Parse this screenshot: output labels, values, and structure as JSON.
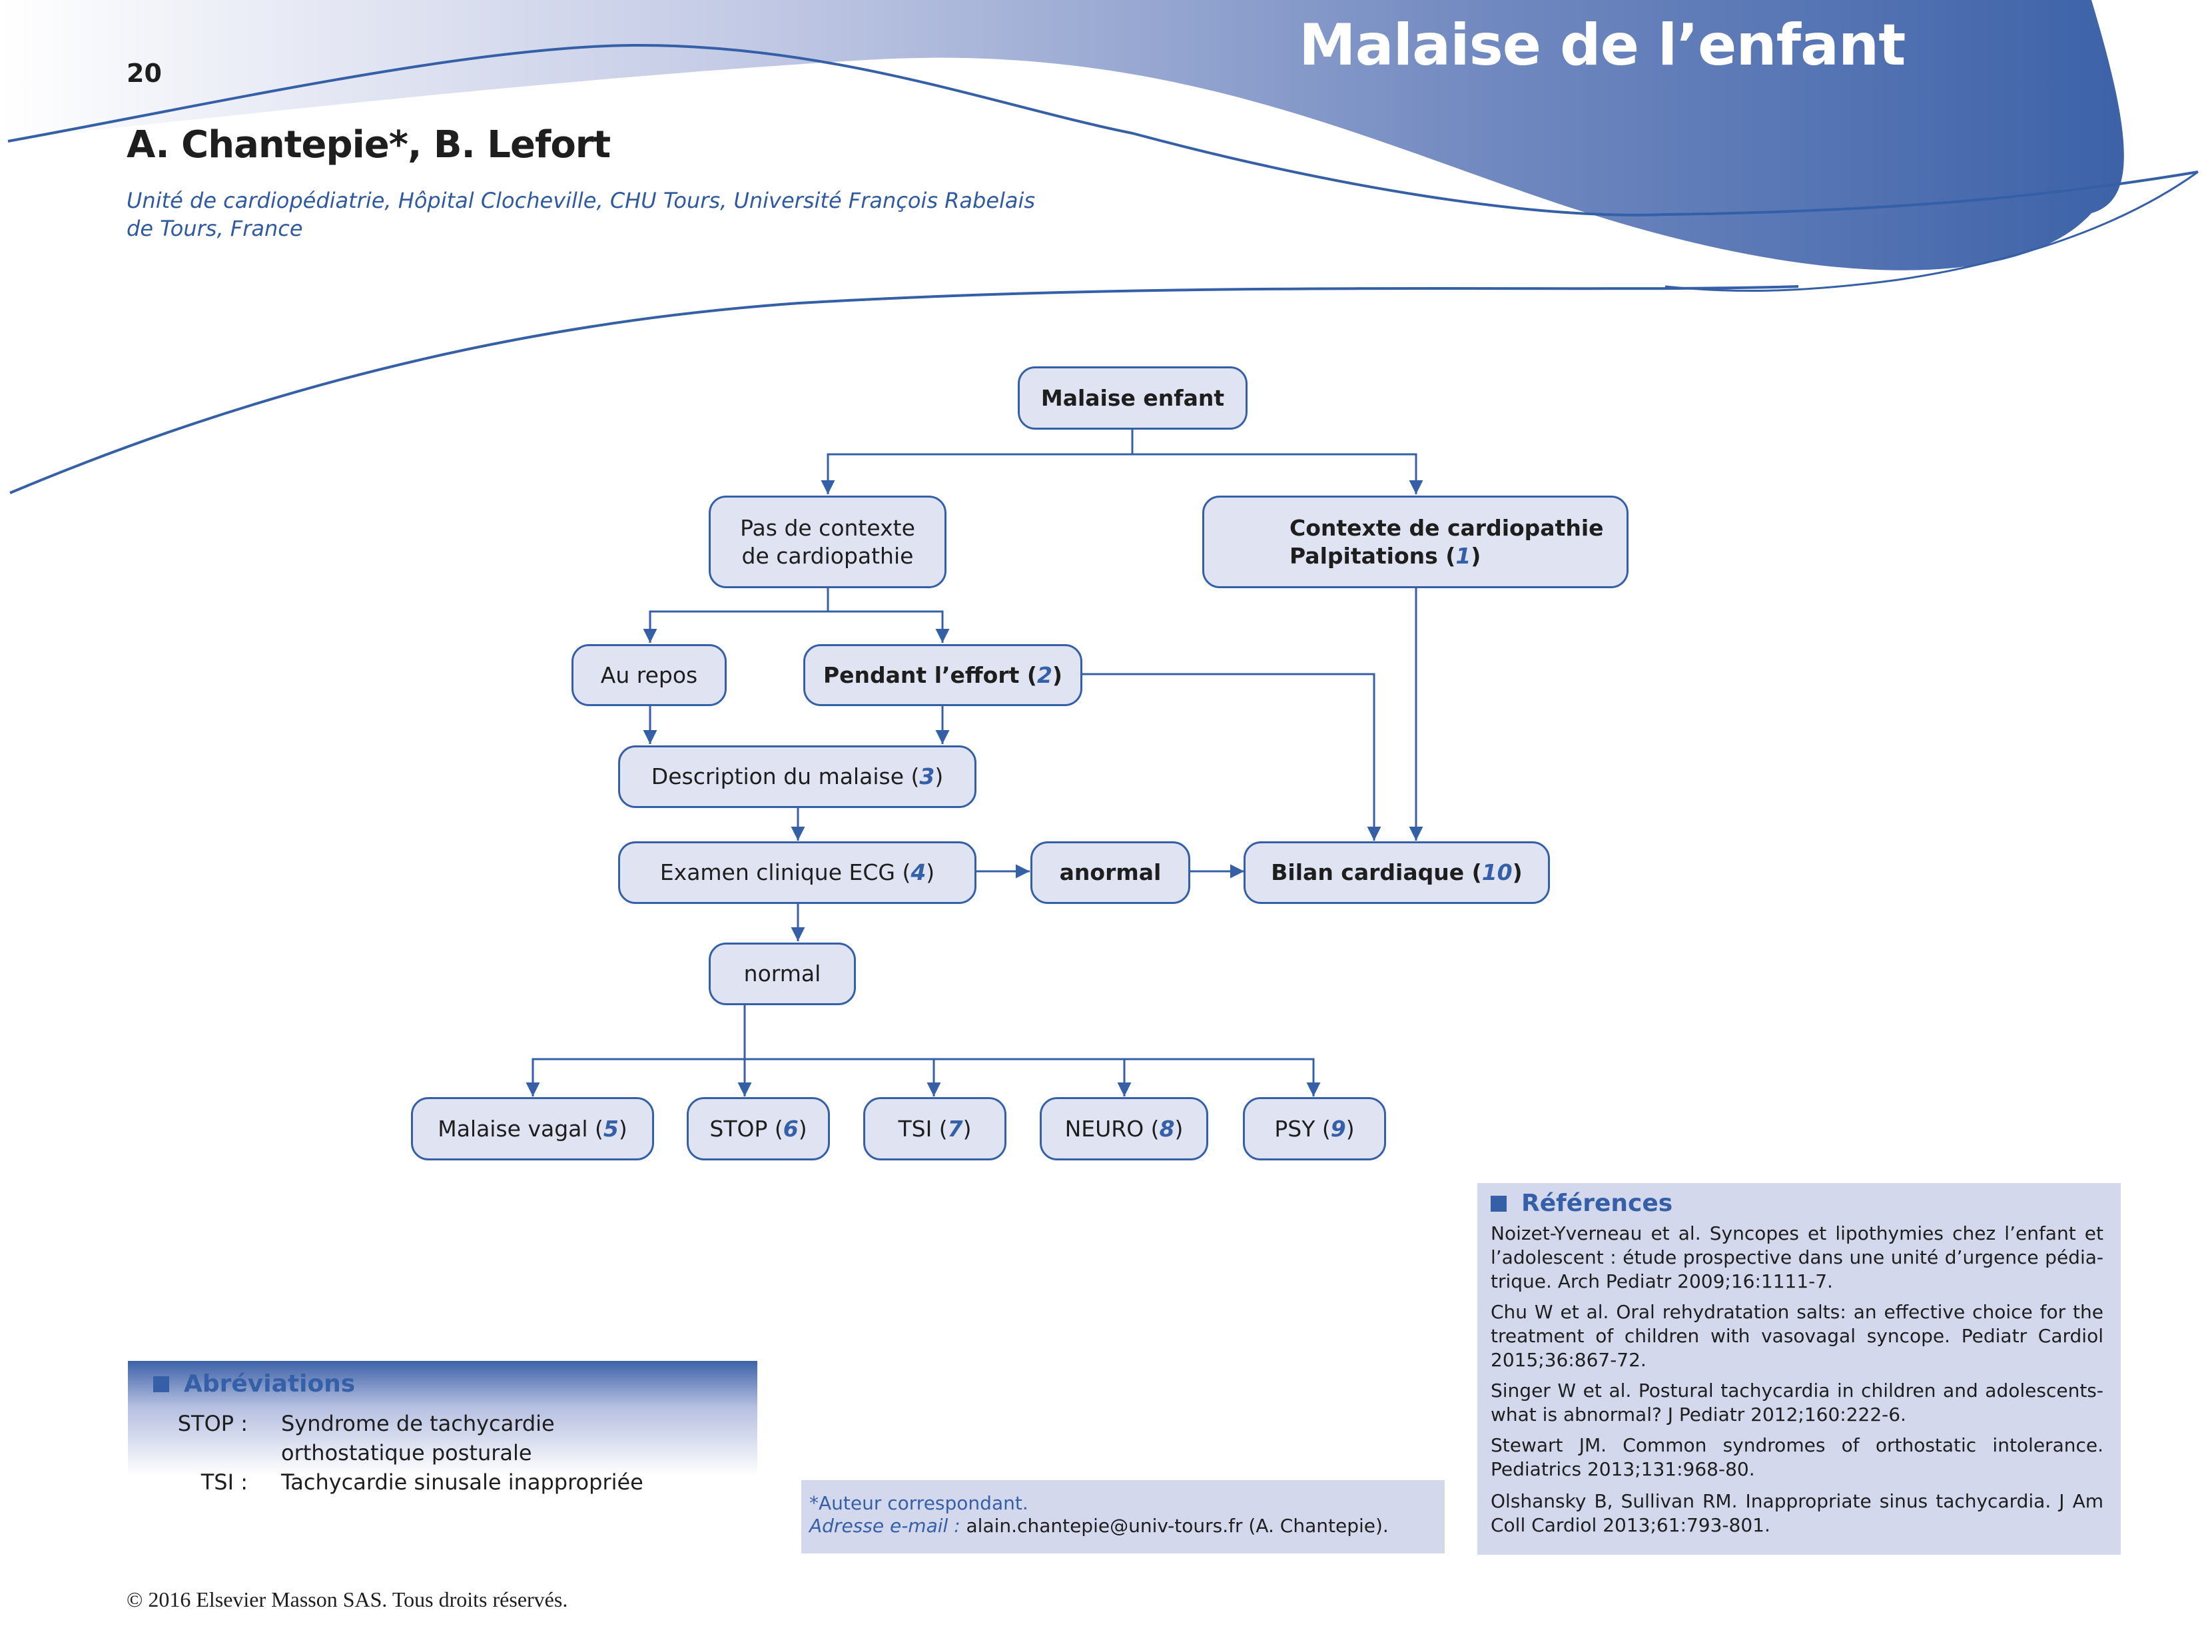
{
  "header": {
    "page_number": "20",
    "title": "Malaise de l’enfant",
    "authors": "A. Chantepie*, B. Lefort",
    "affiliation_line1": "Unité de cardiopédiatrie, Hôpital Clocheville, CHU Tours, Université François Rabelais",
    "affiliation_line2": "de Tours, France",
    "colors": {
      "accent": "#3560a8",
      "gradient_light": "#ffffff",
      "gradient_dark": "#3d62a8"
    }
  },
  "flowchart": {
    "node_fill": "#dfe3f2",
    "node_border": "#3560a8",
    "nodes": {
      "malaise_enfant": {
        "text": "Malaise enfant"
      },
      "pas_contexte": {
        "line1": "Pas de contexte",
        "line2": "de cardiopathie"
      },
      "contexte_cardio": {
        "line1": "Contexte de cardiopathie",
        "line2": "Palpitations (",
        "ref": "1",
        "close": ")"
      },
      "au_repos": {
        "text": "Au repos"
      },
      "pendant_effort": {
        "text": "Pendant l’effort (",
        "ref": "2",
        "close": ")"
      },
      "description": {
        "text": "Description du malaise (",
        "ref": "3",
        "close": ")"
      },
      "examen": {
        "text": "Examen clinique ECG (",
        "ref": "4",
        "close": ")"
      },
      "anormal": {
        "text": "anormal"
      },
      "bilan": {
        "text": "Bilan cardiaque (",
        "ref": "10",
        "close": ")"
      },
      "normal": {
        "text": "normal"
      },
      "vagal": {
        "text": "Malaise vagal (",
        "ref": "5",
        "close": ")"
      },
      "stop": {
        "text": "STOP (",
        "ref": "6",
        "close": ")"
      },
      "tsi": {
        "text": "TSI (",
        "ref": "7",
        "close": ")"
      },
      "neuro": {
        "text": "NEURO (",
        "ref": "8",
        "close": ")"
      },
      "psy": {
        "text": "PSY (",
        "ref": "9",
        "close": ")"
      }
    },
    "edges": [
      [
        "malaise_enfant",
        "pas_contexte"
      ],
      [
        "malaise_enfant",
        "contexte_cardio"
      ],
      [
        "pas_contexte",
        "au_repos"
      ],
      [
        "pas_contexte",
        "pendant_effort"
      ],
      [
        "au_repos",
        "description"
      ],
      [
        "pendant_effort",
        "description"
      ],
      [
        "pendant_effort",
        "bilan"
      ],
      [
        "contexte_cardio",
        "bilan"
      ],
      [
        "description",
        "examen"
      ],
      [
        "examen",
        "anormal"
      ],
      [
        "anormal",
        "bilan"
      ],
      [
        "examen",
        "normal"
      ],
      [
        "normal",
        "vagal"
      ],
      [
        "normal",
        "stop"
      ],
      [
        "normal",
        "tsi"
      ],
      [
        "normal",
        "neuro"
      ],
      [
        "normal",
        "psy"
      ]
    ]
  },
  "abbreviations": {
    "heading": "Abréviations",
    "items": [
      {
        "key": "STOP :",
        "line1": "Syndrome de tachycardie",
        "line2": "orthostatique posturale"
      },
      {
        "key": "TSI :",
        "line1": "Tachycardie sinusale inappropriée"
      }
    ]
  },
  "correspondence": {
    "line1": "*Auteur correspondant.",
    "email_label": "Adresse e-mail :",
    "email_value": " alain.chantepie@univ-tours.fr (A. Chantepie)."
  },
  "references": {
    "heading": "Références",
    "items": [
      "Noizet-Yverneau et al. Syncopes et lipothymies chez l’enfant et l’adolescent : étude prospective dans une unité d’urgence pédia-trique. Arch Pediatr 2009;16:1111-7.",
      "Chu W et al. Oral rehydratation salts: an effective choice for the treatment of children with vasovagal syncope. Pediatr Cardiol 2015;36:867-72.",
      "Singer W et al. Postural tachycardia in children and adolescents- what is abnormal? J Pediatr 2012;160:222-6.",
      "Stewart JM. Common syndromes of orthostatic intolerance. Pediatrics 2013;131:968-80.",
      "Olshansky B, Sullivan RM. Inappropriate sinus tachycardia. J Am Coll Cardiol 2013;61:793-801."
    ]
  },
  "footer": {
    "copyright": "© 2016 Elsevier Masson SAS. Tous droits réservés."
  }
}
